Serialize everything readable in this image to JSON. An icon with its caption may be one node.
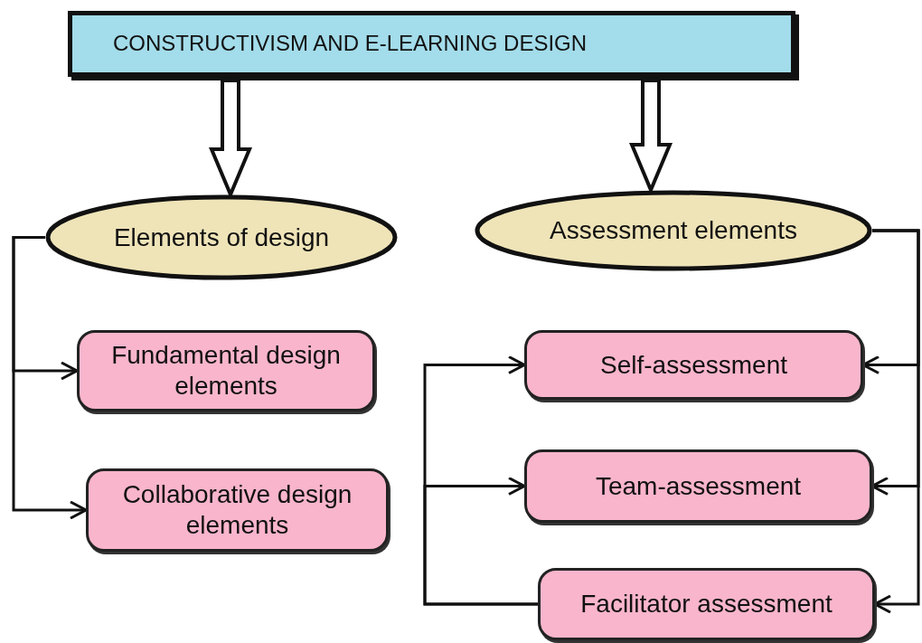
{
  "diagram": {
    "nodes": [
      {
        "text": [
          "CONSTRUCTIVISM AND E-LEARNING DESIGN"
        ]
      },
      {
        "text": [
          "Elements of design"
        ]
      },
      {
        "text": [
          "Assessment elements"
        ]
      },
      {
        "text": [
          "Fundamental design elements"
        ]
      },
      {
        "text": [
          "Collaborative design elements"
        ]
      },
      {
        "text": [
          "Self-assessment"
        ]
      },
      {
        "text": [
          "Team-assessment"
        ]
      },
      {
        "text": [
          "Facilitator assessment"
        ]
      }
    ],
    "edges": [
      {
        "from": 0,
        "to": 1,
        "arrow": "to",
        "style": "thick"
      },
      {
        "from": 0,
        "to": 2,
        "arrow": "to",
        "style": "thick"
      },
      {
        "from": 1,
        "to": 3,
        "arrow": "to"
      },
      {
        "from": 1,
        "to": 4,
        "arrow": "to"
      },
      {
        "from": 2,
        "to": 5,
        "arrow": "to"
      },
      {
        "from": 2,
        "to": 6,
        "arrow": "to"
      },
      {
        "from": 2,
        "to": 7,
        "arrow": "to"
      },
      {
        "from": 7,
        "to": 5,
        "arrow": "to"
      },
      {
        "from": 7,
        "to": 6,
        "arrow": "to"
      }
    ]
  }
}
